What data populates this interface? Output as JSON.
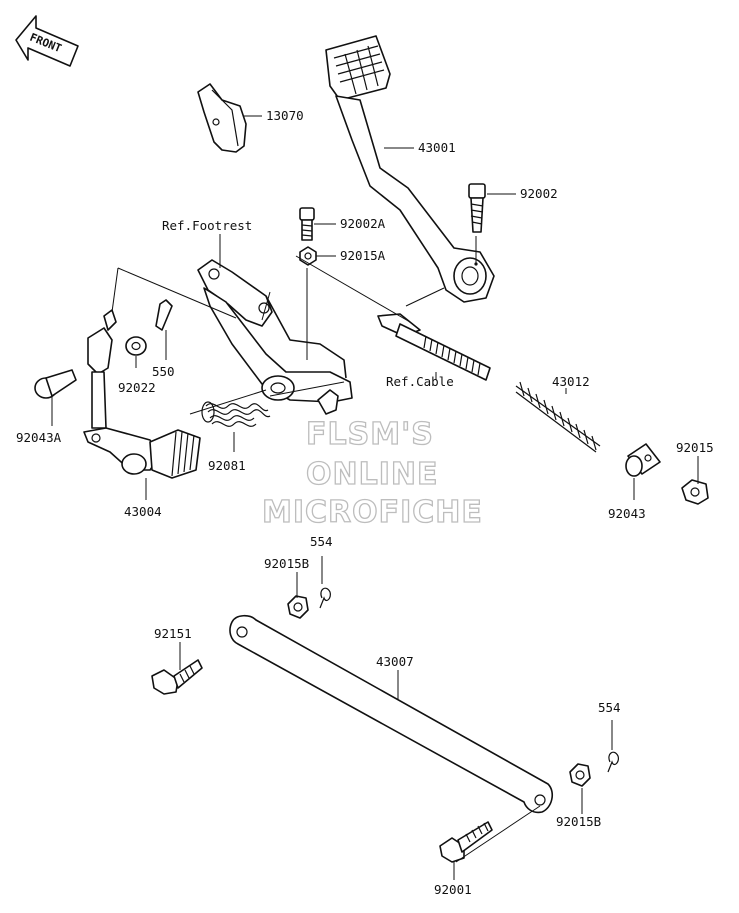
{
  "front_badge": "FRONT",
  "watermark": [
    "FLSM'S",
    "ONLINE",
    "MICROFICHE"
  ],
  "labels": {
    "p13070": "13070",
    "p43001": "43001",
    "p92002": "92002",
    "p92002A": "92002A",
    "p92015A": "92015A",
    "ref_footrest": "Ref.Footrest",
    "ref_cable": "Ref.Cable",
    "p43012": "43012",
    "p92015": "92015",
    "p92043": "92043",
    "p550": "550",
    "p92022": "92022",
    "p92043A": "92043A",
    "p92081": "92081",
    "p43004": "43004",
    "p554_top": "554",
    "p92015B_top": "92015B",
    "p92151": "92151",
    "p43007": "43007",
    "p554_bottom": "554",
    "p92015B_bottom": "92015B",
    "p92001": "92001"
  }
}
